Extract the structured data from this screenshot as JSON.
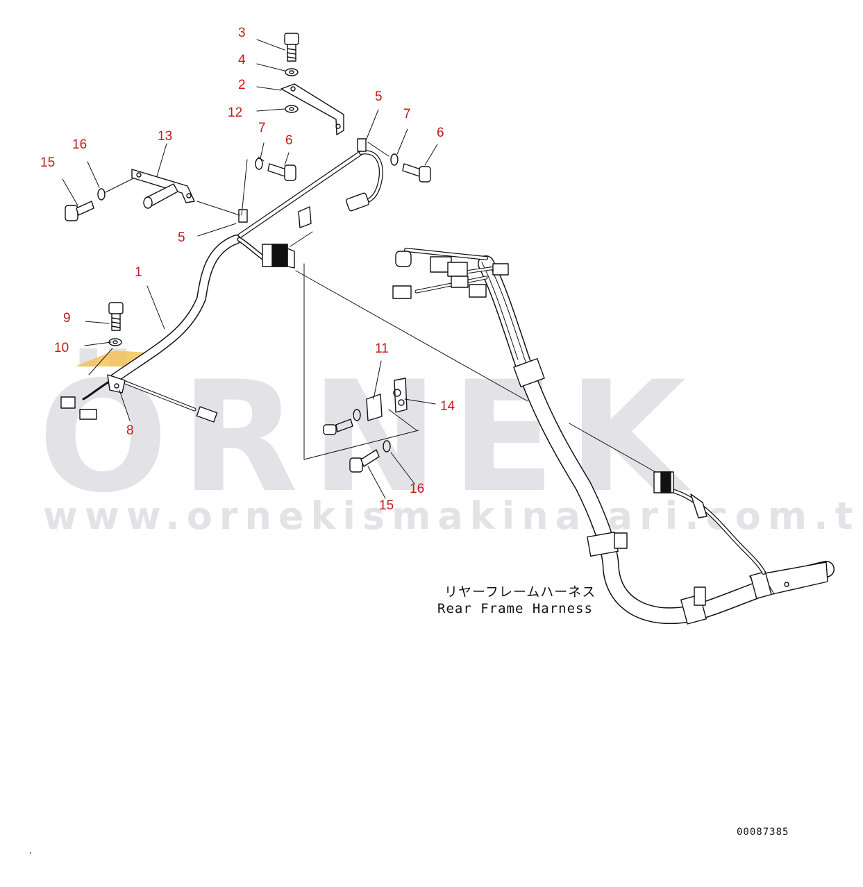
{
  "watermark": {
    "brand": "ÖRNEK",
    "url": "www.ornekismakinalari.com.tr"
  },
  "callouts": [
    "3",
    "4",
    "2",
    "12",
    "5",
    "7",
    "6",
    "7",
    "6",
    "13",
    "16",
    "15",
    "5",
    "1",
    "9",
    "10",
    "8",
    "11",
    "14",
    "16",
    "15"
  ],
  "caption": {
    "jp": "リヤーフレームハーネス",
    "en": "Rear Frame Harness"
  },
  "doc_id": "00087385",
  "colors": {
    "callout": "#c41a1a",
    "line": "#111111",
    "watermark": "#e3e2e6",
    "accent": "#f2c14e"
  }
}
